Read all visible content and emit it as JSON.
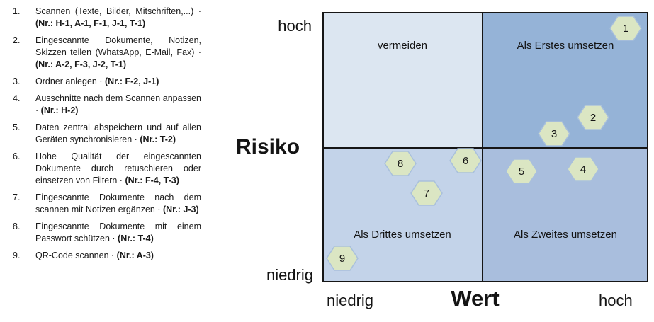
{
  "left_list": {
    "items": [
      {
        "num": "1.",
        "text": "Scannen (Texte, Bilder, Mitschriften,...) ·",
        "ref": "(Nr.: H-1, A-1, F-1, J-1, T-1)"
      },
      {
        "num": "2.",
        "text": "Eingescannte Dokumente, Notizen, Skizzen teilen (WhatsApp, E-Mail, Fax) ·",
        "ref": "(Nr.: A-2, F-3, J-2, T-1)"
      },
      {
        "num": "3.",
        "text": "Ordner anlegen ·",
        "ref": "(Nr.: F-2, J-1)"
      },
      {
        "num": "4.",
        "text": "Ausschnitte nach dem Scannen anpassen ·",
        "ref": "(Nr.: H-2)"
      },
      {
        "num": "5.",
        "text": "Daten zentral abspeichern und auf allen Geräten synchronisieren ·",
        "ref": "(Nr.: T-2)"
      },
      {
        "num": "6.",
        "text": "Hohe Qualität der eingescannten Dokumente durch retuschieren oder einsetzen von Filtern ·",
        "ref": "(Nr.: F-4, T-3)"
      },
      {
        "num": "7.",
        "text": "Eingescannte Dokumente nach dem scannen mit Notizen ergänzen ·",
        "ref": "(Nr.: J-3)"
      },
      {
        "num": "8.",
        "text": "Eingescannte Dokumente mit einem Passwort schützen ·",
        "ref": "(Nr.: T-4)"
      },
      {
        "num": "9.",
        "text": "QR-Code scannen ·",
        "ref": "(Nr.: A-3)"
      }
    ]
  },
  "chart_data": {
    "type": "scatter",
    "title": "",
    "xlabel": "Wert",
    "ylabel": "Risiko",
    "x_axis_ticks": [
      "niedrig",
      "hoch"
    ],
    "y_axis_ticks": [
      "niedrig",
      "hoch"
    ],
    "xlim": [
      0,
      1
    ],
    "ylim": [
      0,
      1
    ],
    "grid": "2x2-quadrants",
    "legend_position": "none",
    "quadrants": [
      {
        "position": "top-left",
        "label": "vermeiden"
      },
      {
        "position": "top-right",
        "label": "Als Erstes umsetzen"
      },
      {
        "position": "bottom-left",
        "label": "Als Drittes umsetzen"
      },
      {
        "position": "bottom-right",
        "label": "Als Zweites umsetzen"
      }
    ],
    "points": [
      {
        "label": "1",
        "x": 0.93,
        "y": 0.94
      },
      {
        "label": "2",
        "x": 0.83,
        "y": 0.61
      },
      {
        "label": "3",
        "x": 0.71,
        "y": 0.55
      },
      {
        "label": "4",
        "x": 0.8,
        "y": 0.42
      },
      {
        "label": "5",
        "x": 0.61,
        "y": 0.41
      },
      {
        "label": "6",
        "x": 0.44,
        "y": 0.45
      },
      {
        "label": "7",
        "x": 0.32,
        "y": 0.33
      },
      {
        "label": "8",
        "x": 0.24,
        "y": 0.44
      },
      {
        "label": "9",
        "x": 0.06,
        "y": 0.09
      }
    ]
  },
  "colors": {
    "quadrant_top_left": "#dce6f1",
    "quadrant_top_right": "#95b3d7",
    "quadrant_bottom_left": "#c3d3e9",
    "quadrant_bottom_right": "#a9bedd",
    "hexagon_fill": "#dbe6c3",
    "hexagon_stroke": "#a9c0dc",
    "divider": "#161616",
    "text": "#1a1a1a"
  }
}
